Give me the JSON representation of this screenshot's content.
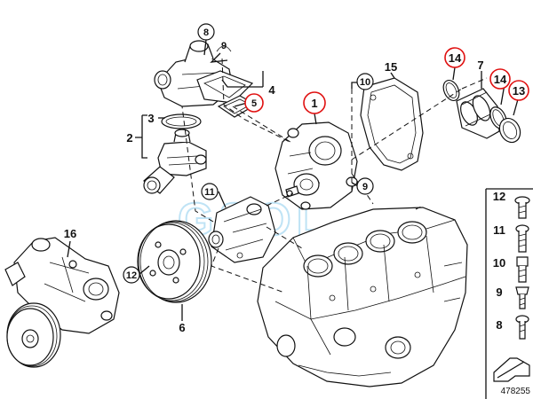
{
  "callouts": {
    "c1": "1",
    "c2": "2",
    "c3": "3",
    "c4": "4",
    "c5": "5",
    "c6": "6",
    "c7": "7",
    "c8": "8",
    "c9a": "9",
    "c9b": "9",
    "c10": "10",
    "c11": "11",
    "c12": "12",
    "c13": "13",
    "c14a": "14",
    "c14b": "14",
    "c15": "15",
    "c16": "16"
  },
  "legend": {
    "items": [
      "12",
      "11",
      "10",
      "9",
      "8"
    ]
  },
  "watermark": "GSOL",
  "reference_number": "478255",
  "colors": {
    "highlight": "#e01010",
    "line": "#111111",
    "watermark": "#bfe3f5"
  }
}
